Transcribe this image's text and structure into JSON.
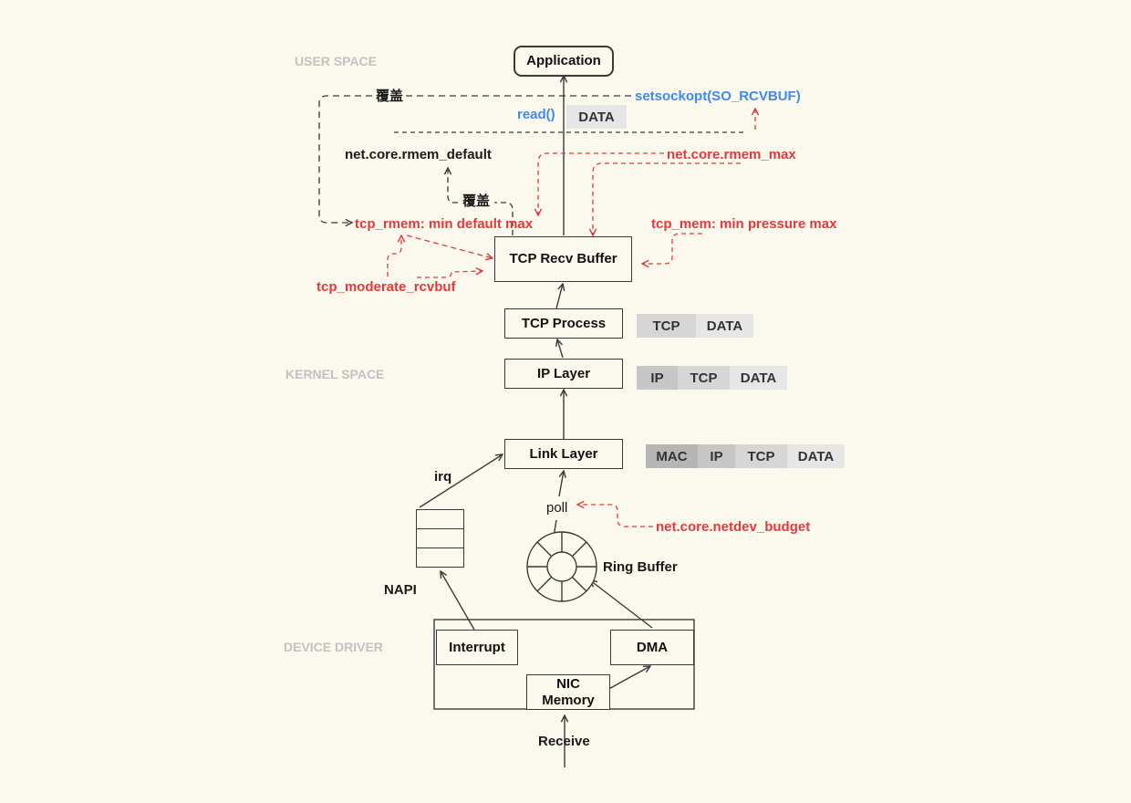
{
  "sections": {
    "user_space": "USER SPACE",
    "kernel_space": "KERNEL SPACE",
    "device_driver": "DEVICE DRIVER"
  },
  "boxes": {
    "application": "Application",
    "tcp_recv_buffer": "TCP Recv Buffer",
    "tcp_process": "TCP Process",
    "ip_layer": "IP Layer",
    "link_layer": "Link Layer",
    "interrupt": "Interrupt",
    "dma": "DMA",
    "nic_memory": "NIC\nMemory"
  },
  "labels": {
    "read_call": "read()",
    "setsockopt": "setsockopt(SO_RCVBUF)",
    "override_top": "覆盖",
    "override_mid": "覆盖",
    "rmem_default": "net.core.rmem_default",
    "rmem_max": "net.core.rmem_max",
    "tcp_rmem": "tcp_rmem: min default max",
    "tcp_mem": "tcp_mem: min pressure max",
    "tcp_moderate_rcvbuf": "tcp_moderate_rcvbuf",
    "irq": "irq",
    "poll": "poll",
    "netdev_budget": "net.core.netdev_budget",
    "ring_buffer": "Ring Buffer",
    "napi": "NAPI",
    "receive": "Receive"
  },
  "packets": {
    "application": [
      "DATA"
    ],
    "tcp_process": [
      "TCP",
      "DATA"
    ],
    "ip_layer": [
      "IP",
      "TCP",
      "DATA"
    ],
    "link_layer": [
      "MAC",
      "IP",
      "TCP",
      "DATA"
    ]
  },
  "colors": {
    "background": "#fbf8ee",
    "line": "#3a3a3a",
    "config_red": "#e03a3a",
    "user_call_blue": "#3f8be6",
    "section_gray": "#c2c2c2"
  }
}
